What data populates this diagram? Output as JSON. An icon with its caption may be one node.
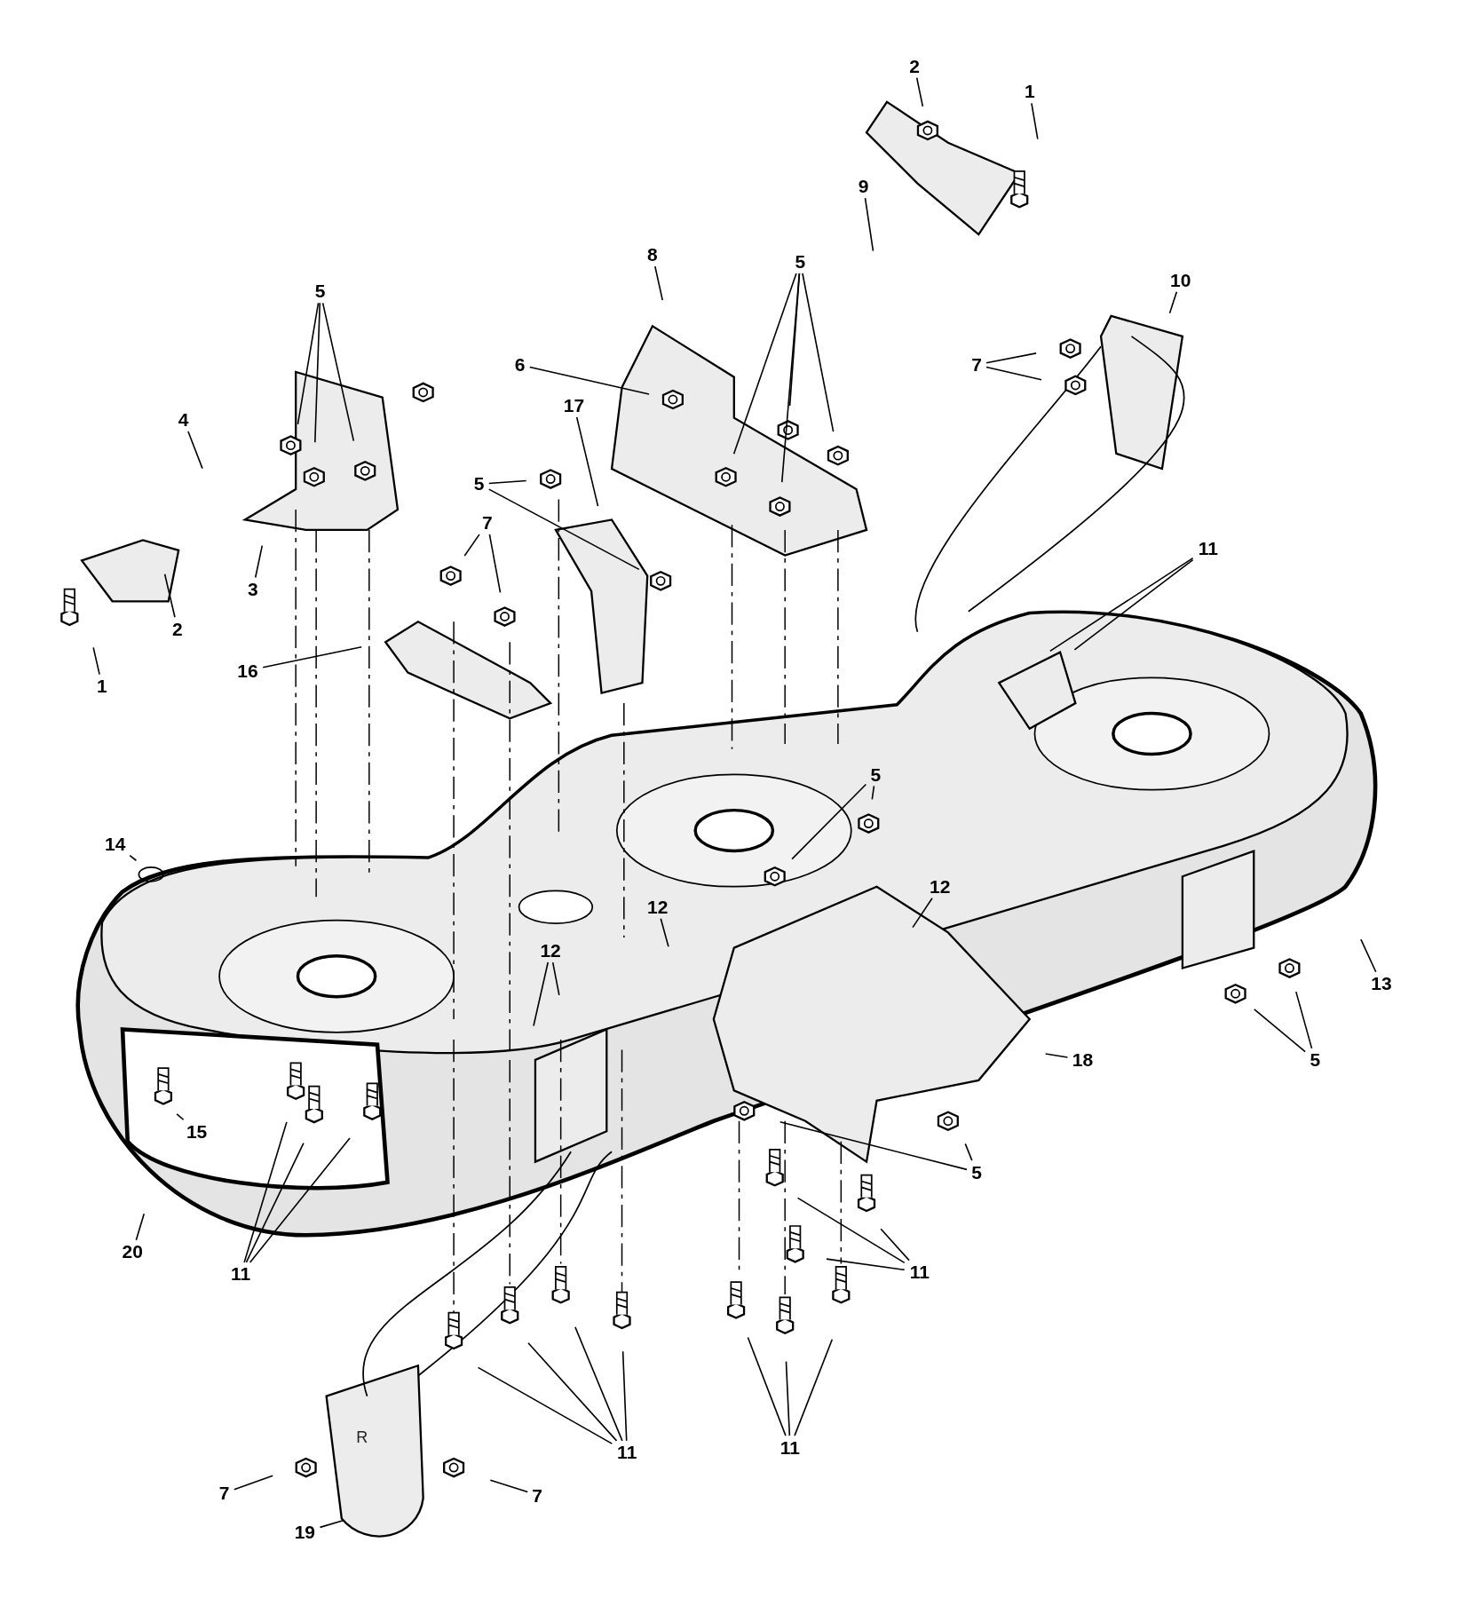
{
  "diagram": {
    "nodes": [
      {
        "text": [
          "2"
        ]
      },
      {
        "text": [
          "1"
        ]
      },
      {
        "text": [
          "9"
        ]
      },
      {
        "text": [
          "8"
        ]
      },
      {
        "text": [
          "5"
        ]
      },
      {
        "text": [
          "10"
        ]
      },
      {
        "text": [
          "5"
        ]
      },
      {
        "text": [
          "7"
        ]
      },
      {
        "text": [
          "6"
        ]
      },
      {
        "text": [
          "17"
        ]
      },
      {
        "text": [
          "4"
        ]
      },
      {
        "text": [
          "5"
        ]
      },
      {
        "text": [
          "7"
        ]
      },
      {
        "text": [
          "11"
        ]
      },
      {
        "text": [
          "3"
        ]
      },
      {
        "text": [
          "2"
        ]
      },
      {
        "text": [
          "16"
        ]
      },
      {
        "text": [
          "1"
        ]
      },
      {
        "text": [
          "5"
        ]
      },
      {
        "text": [
          "14"
        ]
      },
      {
        "text": [
          "12"
        ]
      },
      {
        "text": [
          "12"
        ]
      },
      {
        "text": [
          "12"
        ]
      },
      {
        "text": [
          "13"
        ]
      },
      {
        "text": [
          "18"
        ]
      },
      {
        "text": [
          "5"
        ]
      },
      {
        "text": [
          "15"
        ]
      },
      {
        "text": [
          "5"
        ]
      },
      {
        "text": [
          "20"
        ]
      },
      {
        "text": [
          "11"
        ]
      },
      {
        "text": [
          "11"
        ]
      },
      {
        "text": [
          "11"
        ]
      },
      {
        "text": [
          "11"
        ]
      },
      {
        "text": [
          "7"
        ]
      },
      {
        "text": [
          "7"
        ]
      },
      {
        "text": [
          "19"
        ]
      }
    ],
    "edges": [
      {
        "from": 0,
        "to": null,
        "arrow": "none"
      },
      {
        "from": 1,
        "to": null,
        "arrow": "none"
      },
      {
        "from": 2,
        "to": null,
        "arrow": "none"
      },
      {
        "from": 3,
        "to": null,
        "arrow": "none"
      },
      {
        "from": 4,
        "to": null,
        "arrow": "none"
      },
      {
        "from": 4,
        "to": null,
        "arrow": "none"
      },
      {
        "from": 4,
        "to": null,
        "arrow": "none"
      },
      {
        "from": 4,
        "to": null,
        "arrow": "none"
      },
      {
        "from": 5,
        "to": null,
        "arrow": "none"
      },
      {
        "from": 6,
        "to": null,
        "arrow": "none"
      },
      {
        "from": 6,
        "to": null,
        "arrow": "none"
      },
      {
        "from": 6,
        "to": null,
        "arrow": "none"
      },
      {
        "from": 7,
        "to": null,
        "arrow": "none"
      },
      {
        "from": 7,
        "to": null,
        "arrow": "none"
      },
      {
        "from": 8,
        "to": null,
        "arrow": "none"
      },
      {
        "from": 9,
        "to": null,
        "arrow": "none"
      },
      {
        "from": 10,
        "to": null,
        "arrow": "none"
      },
      {
        "from": 11,
        "to": null,
        "arrow": "none"
      },
      {
        "from": 11,
        "to": null,
        "arrow": "none"
      },
      {
        "from": 12,
        "to": null,
        "arrow": "none"
      },
      {
        "from": 12,
        "to": null,
        "arrow": "none"
      },
      {
        "from": 13,
        "to": null,
        "arrow": "none"
      },
      {
        "from": 13,
        "to": null,
        "arrow": "none"
      },
      {
        "from": 14,
        "to": null,
        "arrow": "none"
      },
      {
        "from": 15,
        "to": null,
        "arrow": "none"
      },
      {
        "from": 16,
        "to": null,
        "arrow": "none"
      },
      {
        "from": 17,
        "to": null,
        "arrow": "none"
      },
      {
        "from": 18,
        "to": null,
        "arrow": "none"
      },
      {
        "from": 18,
        "to": null,
        "arrow": "none"
      },
      {
        "from": 19,
        "to": null,
        "arrow": "none"
      },
      {
        "from": 20,
        "to": null,
        "arrow": "none"
      },
      {
        "from": 21,
        "to": null,
        "arrow": "none"
      },
      {
        "from": 22,
        "to": null,
        "arrow": "none"
      },
      {
        "from": 22,
        "to": null,
        "arrow": "none"
      },
      {
        "from": 23,
        "to": null,
        "arrow": "none"
      },
      {
        "from": 24,
        "to": null,
        "arrow": "none"
      },
      {
        "from": 25,
        "to": null,
        "arrow": "none"
      },
      {
        "from": 25,
        "to": null,
        "arrow": "none"
      },
      {
        "from": 26,
        "to": null,
        "arrow": "none"
      },
      {
        "from": 27,
        "to": null,
        "arrow": "none"
      },
      {
        "from": 27,
        "to": null,
        "arrow": "none"
      },
      {
        "from": 28,
        "to": null,
        "arrow": "none"
      },
      {
        "from": 29,
        "to": null,
        "arrow": "none"
      },
      {
        "from": 29,
        "to": null,
        "arrow": "none"
      },
      {
        "from": 29,
        "to": null,
        "arrow": "none"
      },
      {
        "from": 30,
        "to": null,
        "arrow": "none"
      },
      {
        "from": 30,
        "to": null,
        "arrow": "none"
      },
      {
        "from": 30,
        "to": null,
        "arrow": "none"
      },
      {
        "from": 31,
        "to": null,
        "arrow": "none"
      },
      {
        "from": 31,
        "to": null,
        "arrow": "none"
      },
      {
        "from": 31,
        "to": null,
        "arrow": "none"
      },
      {
        "from": 31,
        "to": null,
        "arrow": "none"
      },
      {
        "from": 32,
        "to": null,
        "arrow": "none"
      },
      {
        "from": 32,
        "to": null,
        "arrow": "none"
      },
      {
        "from": 32,
        "to": null,
        "arrow": "none"
      },
      {
        "from": 33,
        "to": null,
        "arrow": "none"
      },
      {
        "from": 34,
        "to": null,
        "arrow": "none"
      },
      {
        "from": 35,
        "to": null,
        "arrow": "none"
      }
    ],
    "labels": [
      "R"
    ]
  }
}
